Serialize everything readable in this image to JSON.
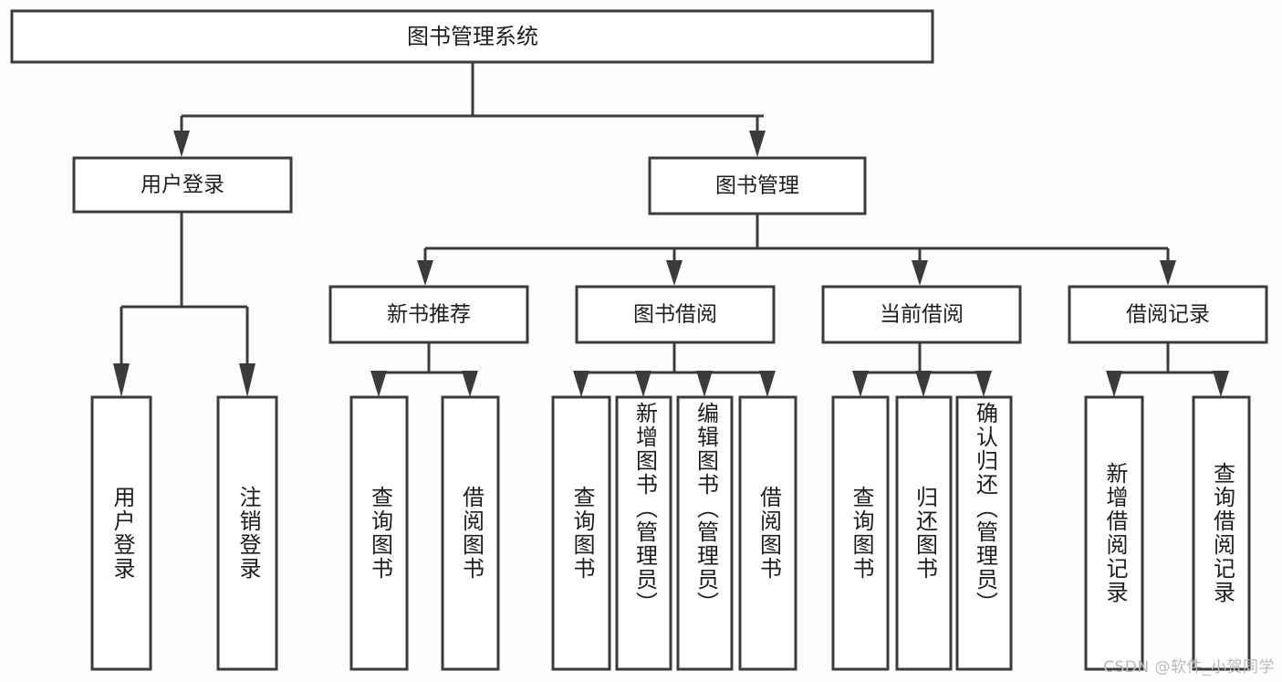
{
  "diagram": {
    "type": "tree",
    "title": "图书管理系统",
    "watermark": "CSDN @软件_小贺同学",
    "colors": {
      "background": "#fdfdfd",
      "node_fill": "#ffffff",
      "node_stroke": "#3b3b3b",
      "text": "#1d1d1d",
      "watermark": "#b9b9b9"
    },
    "levels": {
      "root": "图书管理系统",
      "level2": [
        "用户登录",
        "图书管理"
      ],
      "level3": [
        "新书推荐",
        "图书借阅",
        "当前借阅",
        "借阅记录"
      ]
    }
  },
  "nodes": {
    "root": {
      "label": "图书管理系统"
    },
    "user_login": {
      "label": "用户登录"
    },
    "book_manage": {
      "label": "图书管理"
    },
    "new_book_rec": {
      "label": "新书推荐"
    },
    "book_borrow": {
      "label": "图书借阅"
    },
    "current_borrow": {
      "label": "当前借阅"
    },
    "borrow_record": {
      "label": "借阅记录"
    }
  },
  "leaves": {
    "user_login": [
      {
        "label": "用户登录"
      },
      {
        "label": "注销登录"
      }
    ],
    "new_book_rec": [
      {
        "label": "查询图书"
      },
      {
        "label": "借阅图书"
      }
    ],
    "book_borrow": [
      {
        "label": "查询图书"
      },
      {
        "label": "新增图书（管理员）"
      },
      {
        "label": "编辑图书（管理员）"
      },
      {
        "label": "借阅图书"
      }
    ],
    "current_borrow": [
      {
        "label": "查询图书"
      },
      {
        "label": "归还图书"
      },
      {
        "label": "确认归还（管理员）"
      }
    ],
    "borrow_record": [
      {
        "label": "新增借阅记录"
      },
      {
        "label": "查询借阅记录"
      }
    ]
  }
}
